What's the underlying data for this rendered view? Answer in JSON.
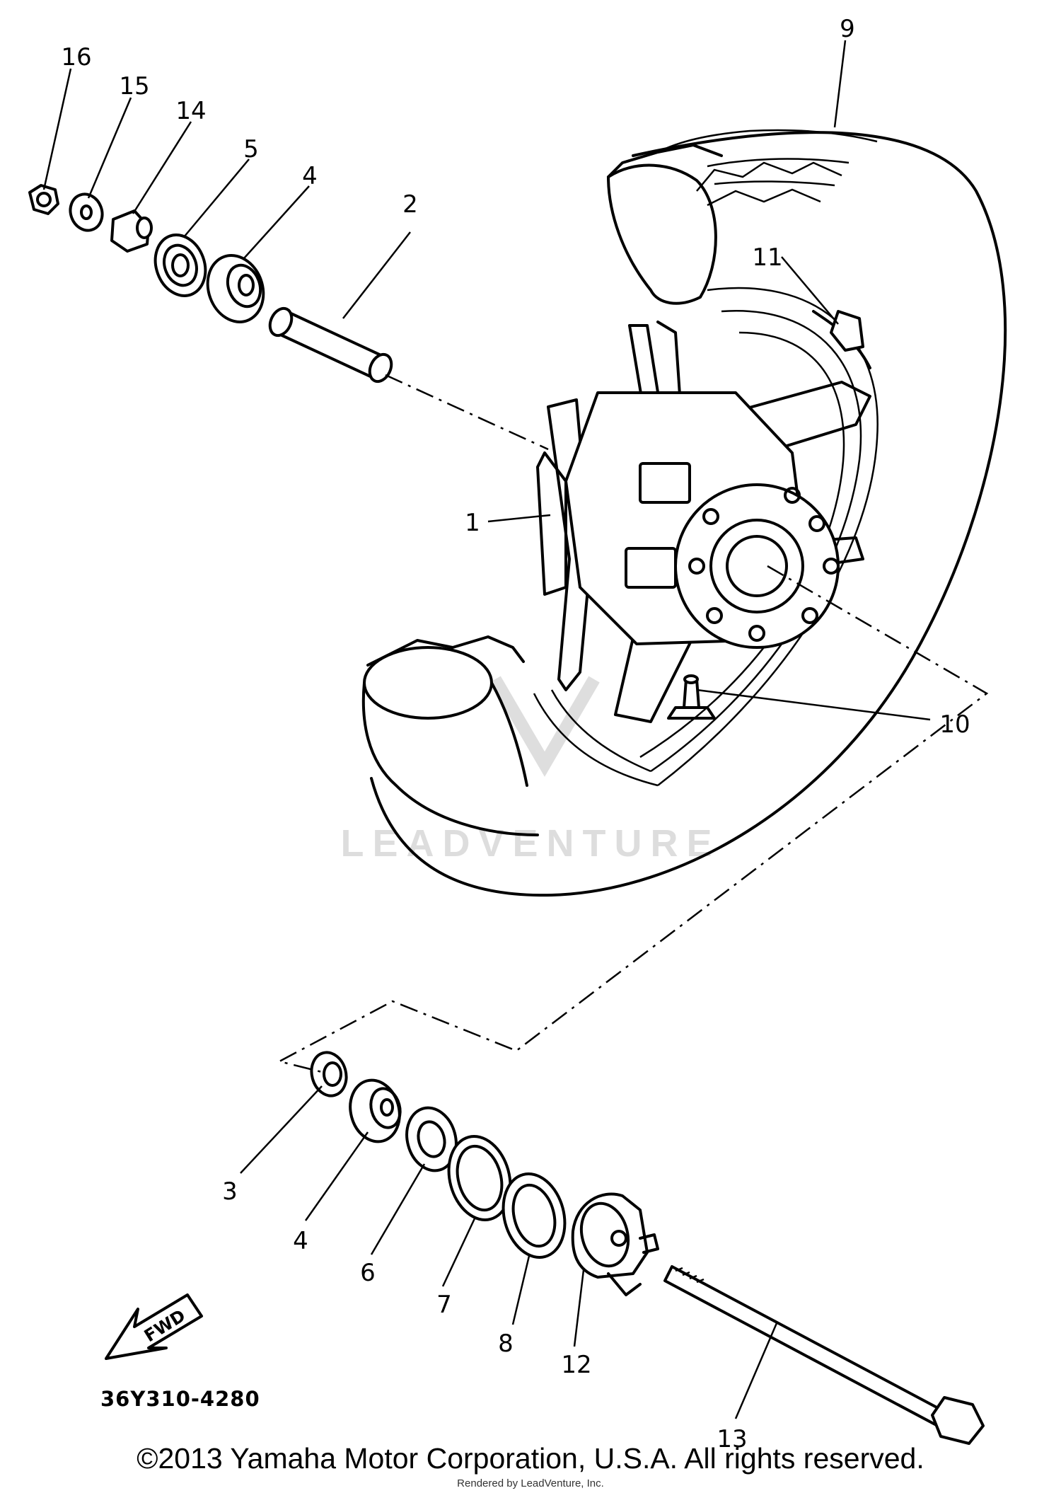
{
  "diagram": {
    "callouts": [
      "1",
      "2",
      "3",
      "4",
      "4",
      "5",
      "6",
      "7",
      "8",
      "9",
      "10",
      "11",
      "12",
      "13",
      "14",
      "15",
      "16"
    ],
    "direction_arrow": {
      "label": "FWD"
    },
    "part_code": "36Y310-4280",
    "watermark": "LEADVENTURE"
  },
  "footer": {
    "copyright": "©2013 Yamaha Motor Corporation, U.S.A. All rights reserved.",
    "rendered_by": "Rendered by LeadVenture, Inc."
  }
}
